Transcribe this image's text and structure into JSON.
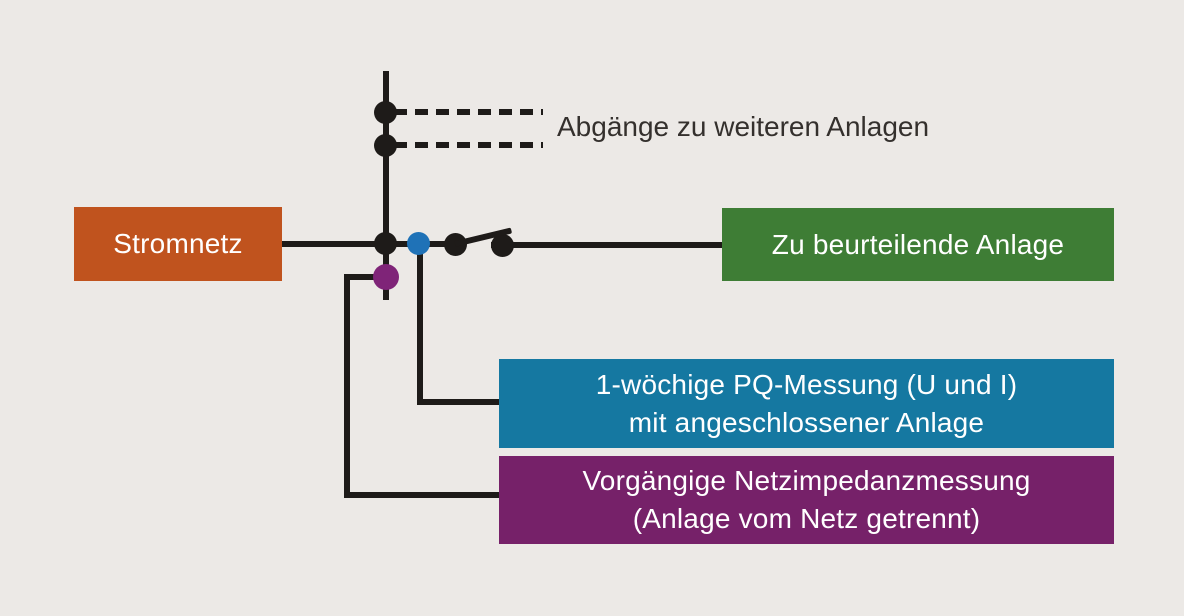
{
  "diagram": {
    "title_hint": "PQ measurement single-line schematic",
    "colors": {
      "background": "#ECE9E6",
      "line": "#1E1B19",
      "annotation_text": "#34302D",
      "box_text": "#FFFFFF",
      "stromnetz_box": "#C0531E",
      "anlage_box": "#3E7D35",
      "pq_box": "#1578A1",
      "impedanz_box": "#762169",
      "pq_tap_dot": "#1F72B7",
      "impedanz_tap_dot": "#7F2478",
      "node_dot": "#1E1B19"
    },
    "annotation": {
      "label": "Abgänge zu weiteren Anlagen"
    },
    "boxes": {
      "stromnetz": {
        "label": "Stromnetz"
      },
      "anlage": {
        "label": "Zu beurteilende Anlage"
      },
      "pq": {
        "lines": [
          "1-wöchige PQ-Messung (U und I)",
          "mit angeschlossener Anlage"
        ]
      },
      "impedanz": {
        "lines": [
          "Vorgängige Netzimpedanzmessung",
          "(Anlage vom Netz getrennt)"
        ]
      }
    },
    "nodes": {
      "feeder_tap_upper": "bus tap to other installations (upper)",
      "feeder_tap_lower": "bus tap to other installations (lower)",
      "main_junction": "bus junction node",
      "pq_tap": "PQ measurement tap point",
      "impedanz_tap": "network impedance measurement tap point",
      "switch_left": "switch contact left",
      "switch_right": "switch contact right"
    }
  }
}
